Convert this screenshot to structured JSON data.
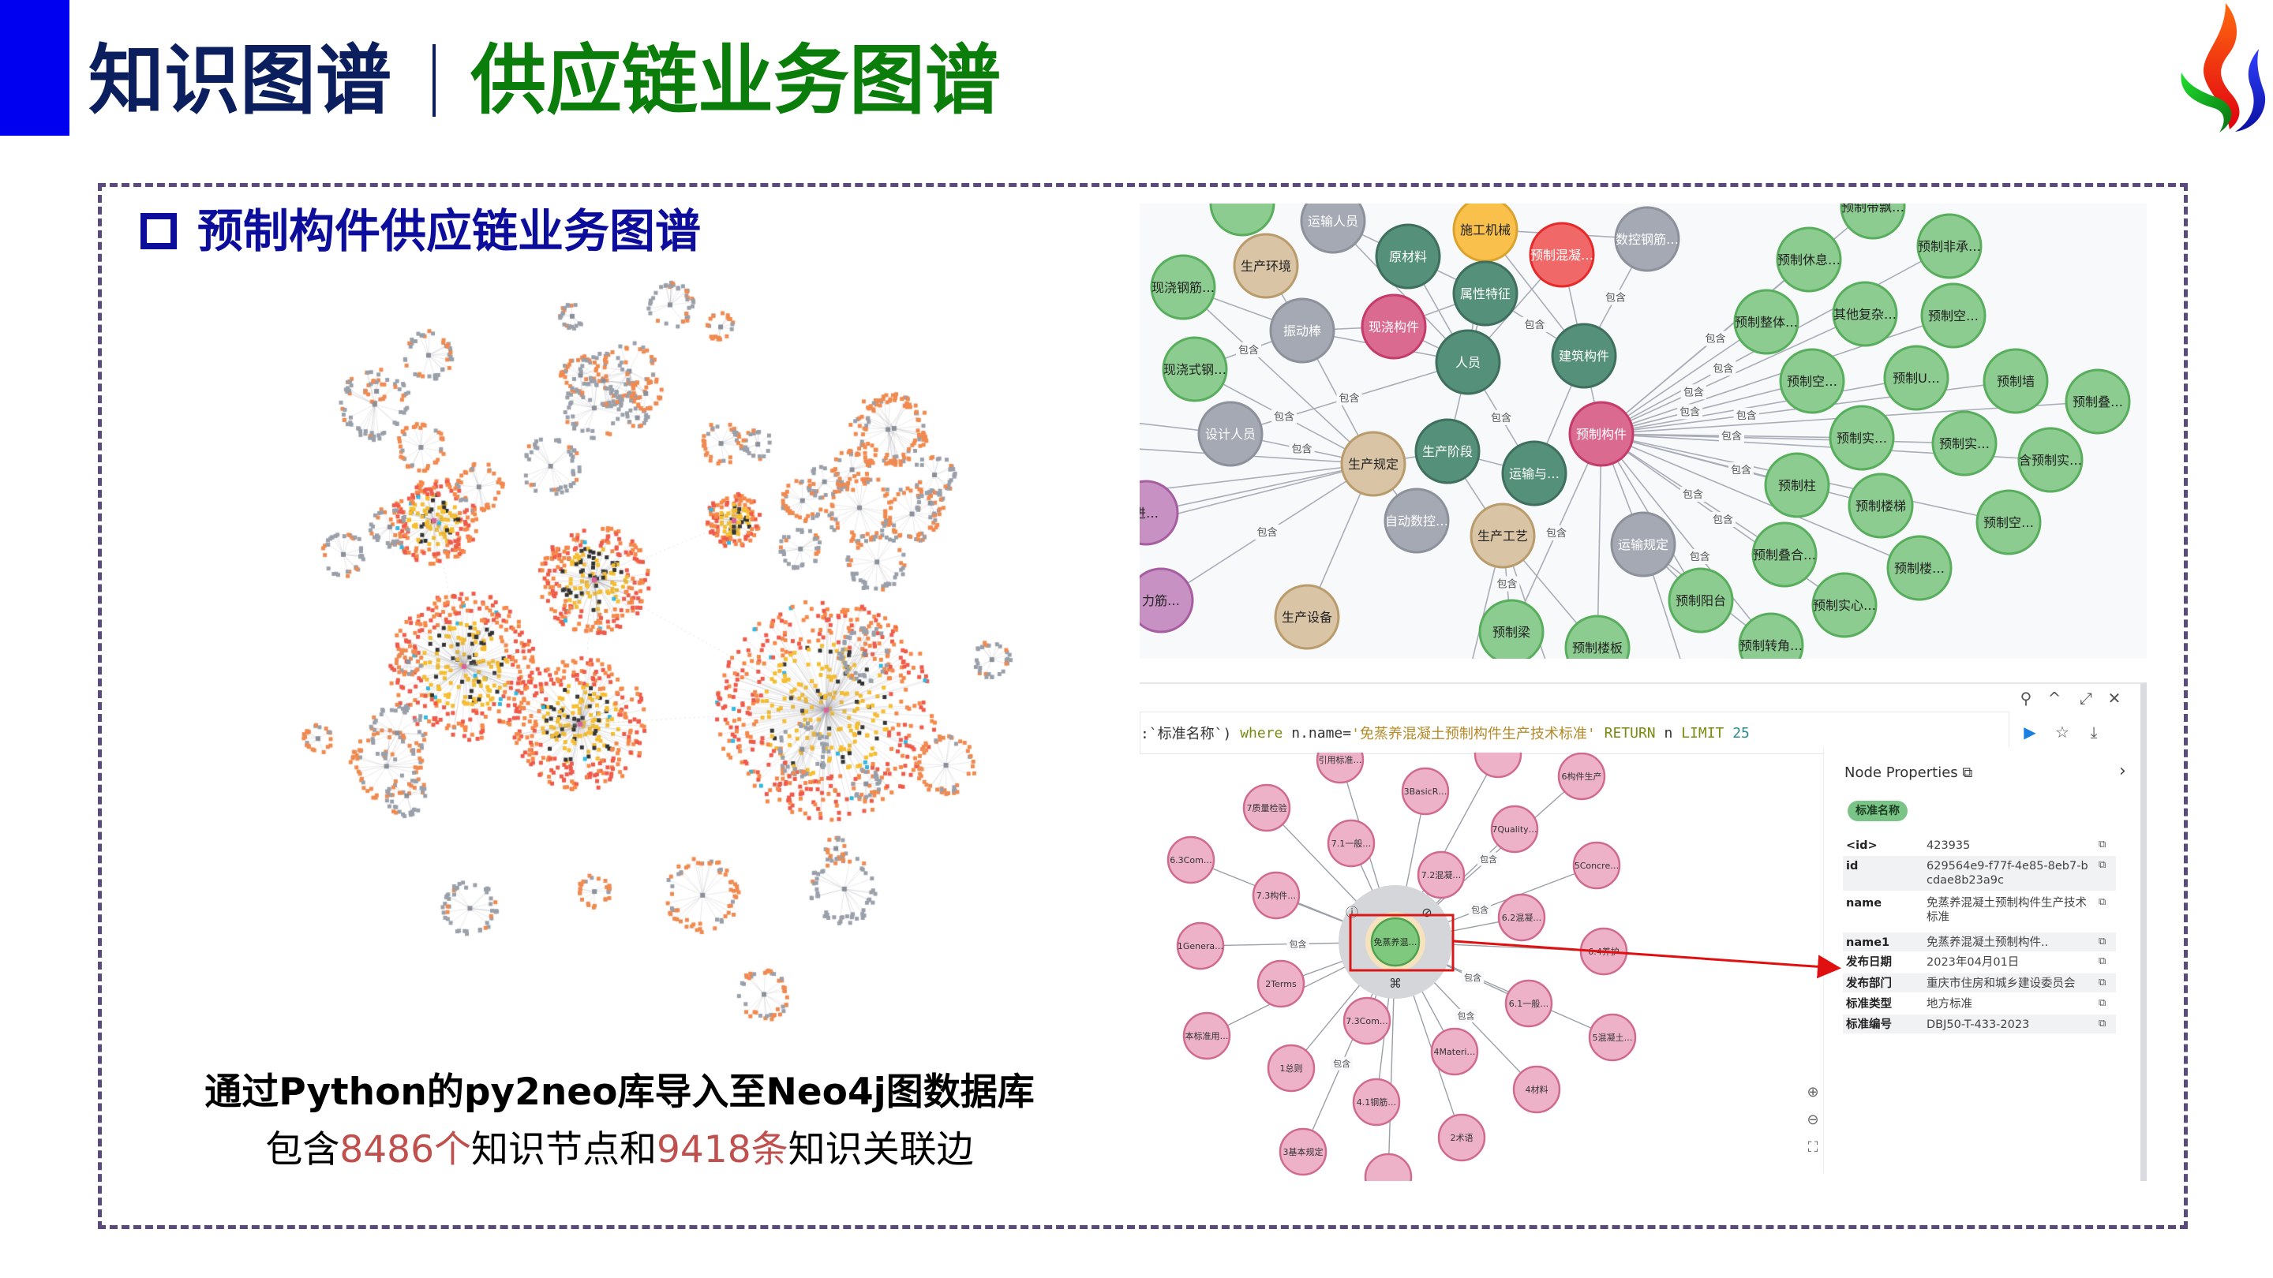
{
  "header": {
    "title_main": "知识图谱",
    "title_sub": "供应链业务图谱",
    "logo_colors": [
      "#ff3b10",
      "#10c020",
      "#1020e0"
    ]
  },
  "section": {
    "title": "预制构件供应链业务图谱"
  },
  "caption": {
    "line1": "通过Python的py2neo库导入至Neo4j图数据库",
    "line2_a": "包含",
    "nodes_count": "8486个",
    "line2_b": "知识节点和",
    "edges_count": "9418条",
    "line2_c": "知识关联边"
  },
  "colors": {
    "gray": [
      "#a5a9b4",
      "#8d919c"
    ],
    "yellow": [
      "#f9c14c",
      "#dba22e"
    ],
    "darkgreen": [
      "#55917a",
      "#3e705d"
    ],
    "red": [
      "#f06868",
      "#e62a2a"
    ],
    "tan": [
      "#d9c4a6",
      "#b99b6c"
    ],
    "lightgreen": [
      "#8ccc90",
      "#58ae5c"
    ],
    "pink": [
      "#da6a8f",
      "#c53b6a"
    ],
    "purple": [
      "#c891c4",
      "#a65ea1"
    ],
    "std_pink": [
      "#edb2c8",
      "#d06a8e"
    ],
    "std_center": [
      "#7fc97f",
      "#4ea14e"
    ]
  },
  "top_graph": {
    "edge_label": "包含",
    "nodes": [
      {
        "label": "运输人员",
        "type": "gray"
      },
      {
        "label": "施工机械",
        "type": "yellow"
      },
      {
        "label": "原材料",
        "type": "darkgreen"
      },
      {
        "label": "预制混凝…",
        "type": "red"
      },
      {
        "label": "数控钢筋…",
        "type": "gray"
      },
      {
        "label": "生产环境",
        "type": "tan"
      },
      {
        "label": "现浇钢筋…",
        "type": "lightgreen"
      },
      {
        "label": "属性特征",
        "type": "darkgreen"
      },
      {
        "label": "振动棒",
        "type": "gray"
      },
      {
        "label": "现浇构件",
        "type": "pink"
      },
      {
        "label": "人员",
        "type": "darkgreen"
      },
      {
        "label": "建筑构件",
        "type": "darkgreen"
      },
      {
        "label": "现浇式钢…",
        "type": "lightgreen"
      },
      {
        "label": "设计人员",
        "type": "gray"
      },
      {
        "label": "生产规定",
        "type": "tan"
      },
      {
        "label": "生产阶段",
        "type": "darkgreen"
      },
      {
        "label": "预制构件",
        "type": "pink"
      },
      {
        "label": "运输与…",
        "type": "darkgreen"
      },
      {
        "label": "自动数控…",
        "type": "gray"
      },
      {
        "label": "生产工艺",
        "type": "tan"
      },
      {
        "label": "运输规定",
        "type": "gray"
      },
      {
        "label": "生产设备",
        "type": "tan"
      },
      {
        "label": "预制梁",
        "type": "lightgreen"
      },
      {
        "label": "预制楼板",
        "type": "lightgreen"
      },
      {
        "label": "进…",
        "type": "purple"
      },
      {
        "label": "力筋…",
        "type": "purple"
      },
      {
        "label": "",
        "type": "lightgreen"
      },
      {
        "label": "预制带飘…",
        "type": "lightgreen"
      },
      {
        "label": "预制休息…",
        "type": "lightgreen"
      },
      {
        "label": "预制非承…",
        "type": "lightgreen"
      },
      {
        "label": "预制整体…",
        "type": "lightgreen"
      },
      {
        "label": "其他复杂…",
        "type": "lightgreen"
      },
      {
        "label": "预制空…",
        "type": "lightgreen"
      },
      {
        "label": "预制空…",
        "type": "lightgreen"
      },
      {
        "label": "预制U…",
        "type": "lightgreen"
      },
      {
        "label": "预制墙",
        "type": "lightgreen"
      },
      {
        "label": "预制叠…",
        "type": "lightgreen"
      },
      {
        "label": "预制实…",
        "type": "lightgreen"
      },
      {
        "label": "预制实…",
        "type": "lightgreen"
      },
      {
        "label": "含预制实…",
        "type": "lightgreen"
      },
      {
        "label": "预制柱",
        "type": "lightgreen"
      },
      {
        "label": "预制楼梯",
        "type": "lightgreen"
      },
      {
        "label": "预制空…",
        "type": "lightgreen"
      },
      {
        "label": "预制叠合…",
        "type": "lightgreen"
      },
      {
        "label": "预制楼…",
        "type": "lightgreen"
      },
      {
        "label": "预制实心…",
        "type": "lightgreen"
      },
      {
        "label": "预制阳台",
        "type": "lightgreen"
      },
      {
        "label": "预制转角…",
        "type": "lightgreen"
      }
    ],
    "edges": [
      [
        16,
        27
      ],
      [
        16,
        28
      ],
      [
        16,
        29
      ],
      [
        16,
        30
      ],
      [
        16,
        31
      ],
      [
        16,
        32
      ],
      [
        16,
        33
      ],
      [
        16,
        34
      ],
      [
        16,
        35
      ],
      [
        16,
        36
      ],
      [
        16,
        37
      ],
      [
        16,
        38
      ],
      [
        16,
        39
      ],
      [
        16,
        40
      ],
      [
        16,
        41
      ],
      [
        16,
        42
      ],
      [
        16,
        43
      ],
      [
        16,
        44
      ],
      [
        16,
        45
      ],
      [
        16,
        46
      ],
      [
        16,
        47
      ],
      [
        16,
        20
      ],
      [
        16,
        22
      ],
      [
        16,
        23
      ],
      [
        14,
        13
      ],
      [
        14,
        24
      ],
      [
        14,
        25
      ],
      [
        14,
        21
      ],
      [
        14,
        18
      ],
      [
        14,
        6
      ],
      [
        14,
        12
      ],
      [
        14,
        8
      ],
      [
        10,
        0
      ],
      [
        10,
        2
      ],
      [
        10,
        8
      ],
      [
        10,
        9
      ],
      [
        10,
        13
      ],
      [
        10,
        15
      ],
      [
        10,
        17
      ],
      [
        10,
        3
      ],
      [
        10,
        1
      ],
      [
        11,
        16
      ],
      [
        11,
        17
      ],
      [
        11,
        3
      ],
      [
        11,
        4
      ],
      [
        11,
        1
      ],
      [
        11,
        7
      ],
      [
        7,
        9
      ],
      [
        7,
        2
      ],
      [
        7,
        10
      ],
      [
        7,
        1
      ],
      [
        15,
        19
      ],
      [
        15,
        14
      ],
      [
        17,
        15
      ],
      [
        19,
        22
      ],
      [
        19,
        23
      ],
      [
        20,
        46
      ],
      [
        20,
        47
      ],
      [
        8,
        5
      ],
      [
        8,
        6
      ],
      [
        8,
        12
      ],
      [
        9,
        8
      ],
      [
        2,
        0
      ],
      [
        4,
        1
      ]
    ]
  },
  "query_panel": {
    "query_prefix": ":`标准名称`)",
    "query_where": "where",
    "query_field": "n.name=",
    "query_value": "'免蒸养混凝土预制构件生产技术标准'",
    "query_return": "RETURN",
    "query_n": "n",
    "query_limit": "LIMIT",
    "query_limit_value": "25",
    "icons": [
      "pin-icon",
      "collapse-icon",
      "expand-icon",
      "close-icon",
      "run-icon",
      "star-icon",
      "download-icon"
    ]
  },
  "std_graph": {
    "edge_label": "包含",
    "center": {
      "label": "免蒸养混…"
    },
    "nodes": [
      {
        "label": "引用标准…"
      },
      {
        "label": "3BasicR…"
      },
      {
        "label": ""
      },
      {
        "label": "6构件生产"
      },
      {
        "label": "7质量检验"
      },
      {
        "label": "7.1一般…"
      },
      {
        "label": "7Quality…"
      },
      {
        "label": "6.3Com…"
      },
      {
        "label": "7.2混凝…"
      },
      {
        "label": "5Concre…"
      },
      {
        "label": "7.3构件…"
      },
      {
        "label": "6.2混凝…"
      },
      {
        "label": "1Genera…"
      },
      {
        "label": "6.4养护"
      },
      {
        "label": "2Terms"
      },
      {
        "label": "6.1一般…"
      },
      {
        "label": "本标准用…"
      },
      {
        "label": "7.3Com…"
      },
      {
        "label": "5混凝土…"
      },
      {
        "label": "4Materi…"
      },
      {
        "label": "1总则"
      },
      {
        "label": "4材料"
      },
      {
        "label": "4.1钢筋…"
      },
      {
        "label": "2术语"
      },
      {
        "label": "3基本规定"
      },
      {
        "label": ""
      }
    ]
  },
  "properties": {
    "title": "Node Properties",
    "label_badge": "标准名称",
    "rows": [
      {
        "key": "<id>",
        "value": "423935"
      },
      {
        "key": "id",
        "value": "629564e9-f77f-4e85-8eb7-bcdae8b23a9c"
      },
      {
        "key": "name",
        "value": "免蒸养混凝土预制构件生产技术标准"
      },
      {
        "key": "name1",
        "value": "免蒸养混凝土预制构件.."
      },
      {
        "key": "发布日期",
        "value": "2023年04月01日"
      },
      {
        "key": "发布部门",
        "value": "重庆市住房和城乡建设委员会"
      },
      {
        "key": "标准类型",
        "value": "地方标准"
      },
      {
        "key": "标准编号",
        "value": "DBJ50-T-433-2023"
      }
    ]
  }
}
